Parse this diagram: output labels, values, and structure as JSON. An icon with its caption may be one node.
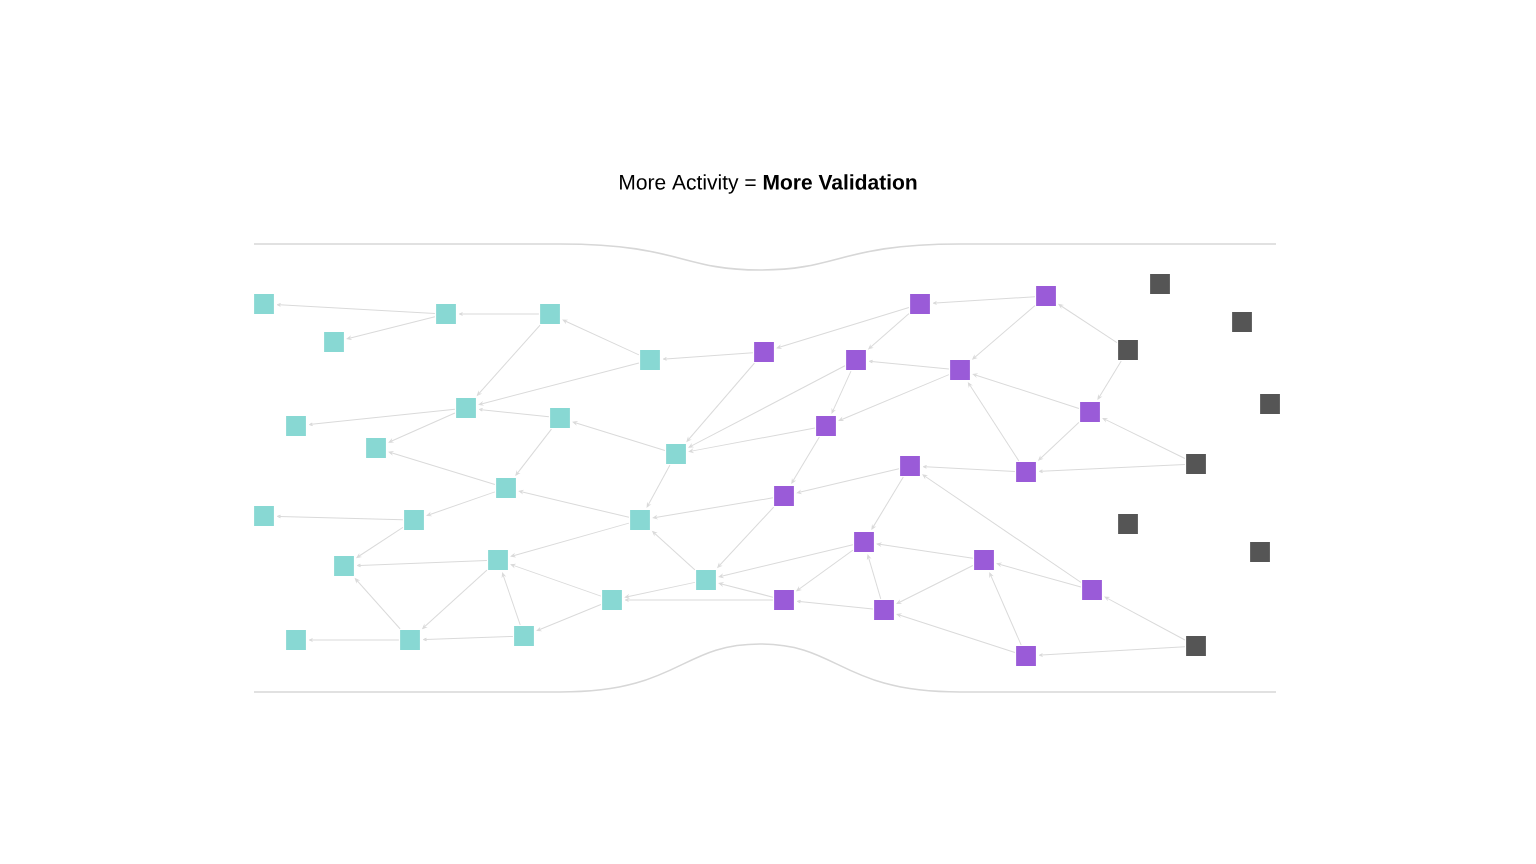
{
  "diagram": {
    "title": "More Activity = **More Validation**",
    "nodes": [
      {
        "text": [],
        "shape": "box"
      },
      {
        "text": [],
        "shape": "box"
      },
      {
        "text": [],
        "shape": "box"
      },
      {
        "text": [],
        "shape": "box"
      },
      {
        "text": [],
        "shape": "box"
      },
      {
        "text": [],
        "shape": "box"
      },
      {
        "text": [],
        "shape": "box"
      },
      {
        "text": [],
        "shape": "box"
      },
      {
        "text": [],
        "shape": "box"
      },
      {
        "text": [],
        "shape": "box"
      },
      {
        "text": [],
        "shape": "box"
      },
      {
        "text": [],
        "shape": "box"
      },
      {
        "text": [],
        "shape": "box"
      },
      {
        "text": [],
        "shape": "box"
      },
      {
        "text": [],
        "shape": "box"
      },
      {
        "text": [],
        "shape": "box"
      },
      {
        "text": [],
        "shape": "box"
      },
      {
        "text": [],
        "shape": "box"
      },
      {
        "text": [],
        "shape": "box"
      },
      {
        "text": [],
        "shape": "box"
      },
      {
        "text": [],
        "shape": "box"
      },
      {
        "text": [],
        "shape": "box"
      },
      {
        "text": [],
        "shape": "box"
      },
      {
        "text": [],
        "shape": "box"
      },
      {
        "text": [],
        "shape": "box"
      },
      {
        "text": [],
        "shape": "box"
      },
      {
        "text": [],
        "shape": "box"
      },
      {
        "text": [],
        "shape": "box"
      },
      {
        "text": [],
        "shape": "box"
      },
      {
        "text": [],
        "shape": "box"
      },
      {
        "text": [],
        "shape": "box"
      },
      {
        "text": [],
        "shape": "box"
      },
      {
        "text": [],
        "shape": "box"
      },
      {
        "text": [],
        "shape": "box"
      },
      {
        "text": [],
        "shape": "box"
      },
      {
        "text": [],
        "shape": "box"
      },
      {
        "text": [],
        "shape": "box"
      },
      {
        "text": [],
        "shape": "box"
      },
      {
        "text": [],
        "shape": "box"
      },
      {
        "text": [],
        "shape": "box"
      },
      {
        "text": [],
        "shape": "box"
      },
      {
        "text": [],
        "shape": "box"
      },
      {
        "text": [],
        "shape": "box"
      },
      {
        "text": [],
        "shape": "box"
      },
      {
        "text": [],
        "shape": "box"
      }
    ],
    "edges": [
      {
        "from": 2,
        "to": 0,
        "arrow": "to"
      },
      {
        "from": 2,
        "to": 1,
        "arrow": "to"
      },
      {
        "from": 3,
        "to": 2,
        "arrow": "to"
      },
      {
        "from": 4,
        "to": 3,
        "arrow": "to"
      },
      {
        "from": 3,
        "to": 6,
        "arrow": "to"
      },
      {
        "from": 4,
        "to": 6,
        "arrow": "to"
      },
      {
        "from": 6,
        "to": 5,
        "arrow": "to"
      },
      {
        "from": 6,
        "to": 8,
        "arrow": "to"
      },
      {
        "from": 7,
        "to": 6,
        "arrow": "to"
      },
      {
        "from": 9,
        "to": 7,
        "arrow": "to"
      },
      {
        "from": 7,
        "to": 10,
        "arrow": "to"
      },
      {
        "from": 10,
        "to": 8,
        "arrow": "to"
      },
      {
        "from": 10,
        "to": 12,
        "arrow": "to"
      },
      {
        "from": 12,
        "to": 11,
        "arrow": "to"
      },
      {
        "from": 13,
        "to": 10,
        "arrow": "to"
      },
      {
        "from": 9,
        "to": 13,
        "arrow": "to"
      },
      {
        "from": 13,
        "to": 15,
        "arrow": "to"
      },
      {
        "from": 12,
        "to": 14,
        "arrow": "to"
      },
      {
        "from": 15,
        "to": 14,
        "arrow": "to"
      },
      {
        "from": 19,
        "to": 14,
        "arrow": "to"
      },
      {
        "from": 15,
        "to": 19,
        "arrow": "to"
      },
      {
        "from": 19,
        "to": 18,
        "arrow": "to"
      },
      {
        "from": 20,
        "to": 19,
        "arrow": "to"
      },
      {
        "from": 20,
        "to": 15,
        "arrow": "to"
      },
      {
        "from": 17,
        "to": 15,
        "arrow": "to"
      },
      {
        "from": 17,
        "to": 20,
        "arrow": "to"
      },
      {
        "from": 16,
        "to": 13,
        "arrow": "to"
      },
      {
        "from": 16,
        "to": 17,
        "arrow": "to"
      },
      {
        "from": 33,
        "to": 17,
        "arrow": "to"
      },
      {
        "from": 21,
        "to": 4,
        "arrow": "to"
      },
      {
        "from": 21,
        "to": 9,
        "arrow": "to"
      },
      {
        "from": 24,
        "to": 9,
        "arrow": "to"
      },
      {
        "from": 26,
        "to": 9,
        "arrow": "to"
      },
      {
        "from": 30,
        "to": 13,
        "arrow": "to"
      },
      {
        "from": 31,
        "to": 16,
        "arrow": "to"
      },
      {
        "from": 30,
        "to": 16,
        "arrow": "to"
      },
      {
        "from": 33,
        "to": 16,
        "arrow": "to"
      },
      {
        "from": 26,
        "to": 30,
        "arrow": "to"
      },
      {
        "from": 24,
        "to": 26,
        "arrow": "to"
      },
      {
        "from": 22,
        "to": 24,
        "arrow": "to"
      },
      {
        "from": 25,
        "to": 24,
        "arrow": "to"
      },
      {
        "from": 25,
        "to": 26,
        "arrow": "to"
      },
      {
        "from": 23,
        "to": 22,
        "arrow": "to"
      },
      {
        "from": 22,
        "to": 21,
        "arrow": "to"
      },
      {
        "from": 27,
        "to": 30,
        "arrow": "to"
      },
      {
        "from": 27,
        "to": 31,
        "arrow": "to"
      },
      {
        "from": 29,
        "to": 27,
        "arrow": "to"
      },
      {
        "from": 35,
        "to": 27,
        "arrow": "to"
      },
      {
        "from": 31,
        "to": 33,
        "arrow": "to"
      },
      {
        "from": 34,
        "to": 31,
        "arrow": "to"
      },
      {
        "from": 32,
        "to": 31,
        "arrow": "to"
      },
      {
        "from": 32,
        "to": 34,
        "arrow": "to"
      },
      {
        "from": 34,
        "to": 33,
        "arrow": "to"
      },
      {
        "from": 36,
        "to": 34,
        "arrow": "to"
      },
      {
        "from": 35,
        "to": 32,
        "arrow": "to"
      },
      {
        "from": 36,
        "to": 32,
        "arrow": "to"
      },
      {
        "from": 44,
        "to": 36,
        "arrow": "to"
      },
      {
        "from": 44,
        "to": 35,
        "arrow": "to"
      },
      {
        "from": 23,
        "to": 25,
        "arrow": "to"
      },
      {
        "from": 39,
        "to": 23,
        "arrow": "to"
      },
      {
        "from": 39,
        "to": 28,
        "arrow": "to"
      },
      {
        "from": 28,
        "to": 25,
        "arrow": "to"
      },
      {
        "from": 29,
        "to": 25,
        "arrow": "to"
      },
      {
        "from": 28,
        "to": 29,
        "arrow": "to"
      },
      {
        "from": 41,
        "to": 29,
        "arrow": "to"
      },
      {
        "from": 41,
        "to": 28,
        "arrow": "to"
      }
    ]
  }
}
